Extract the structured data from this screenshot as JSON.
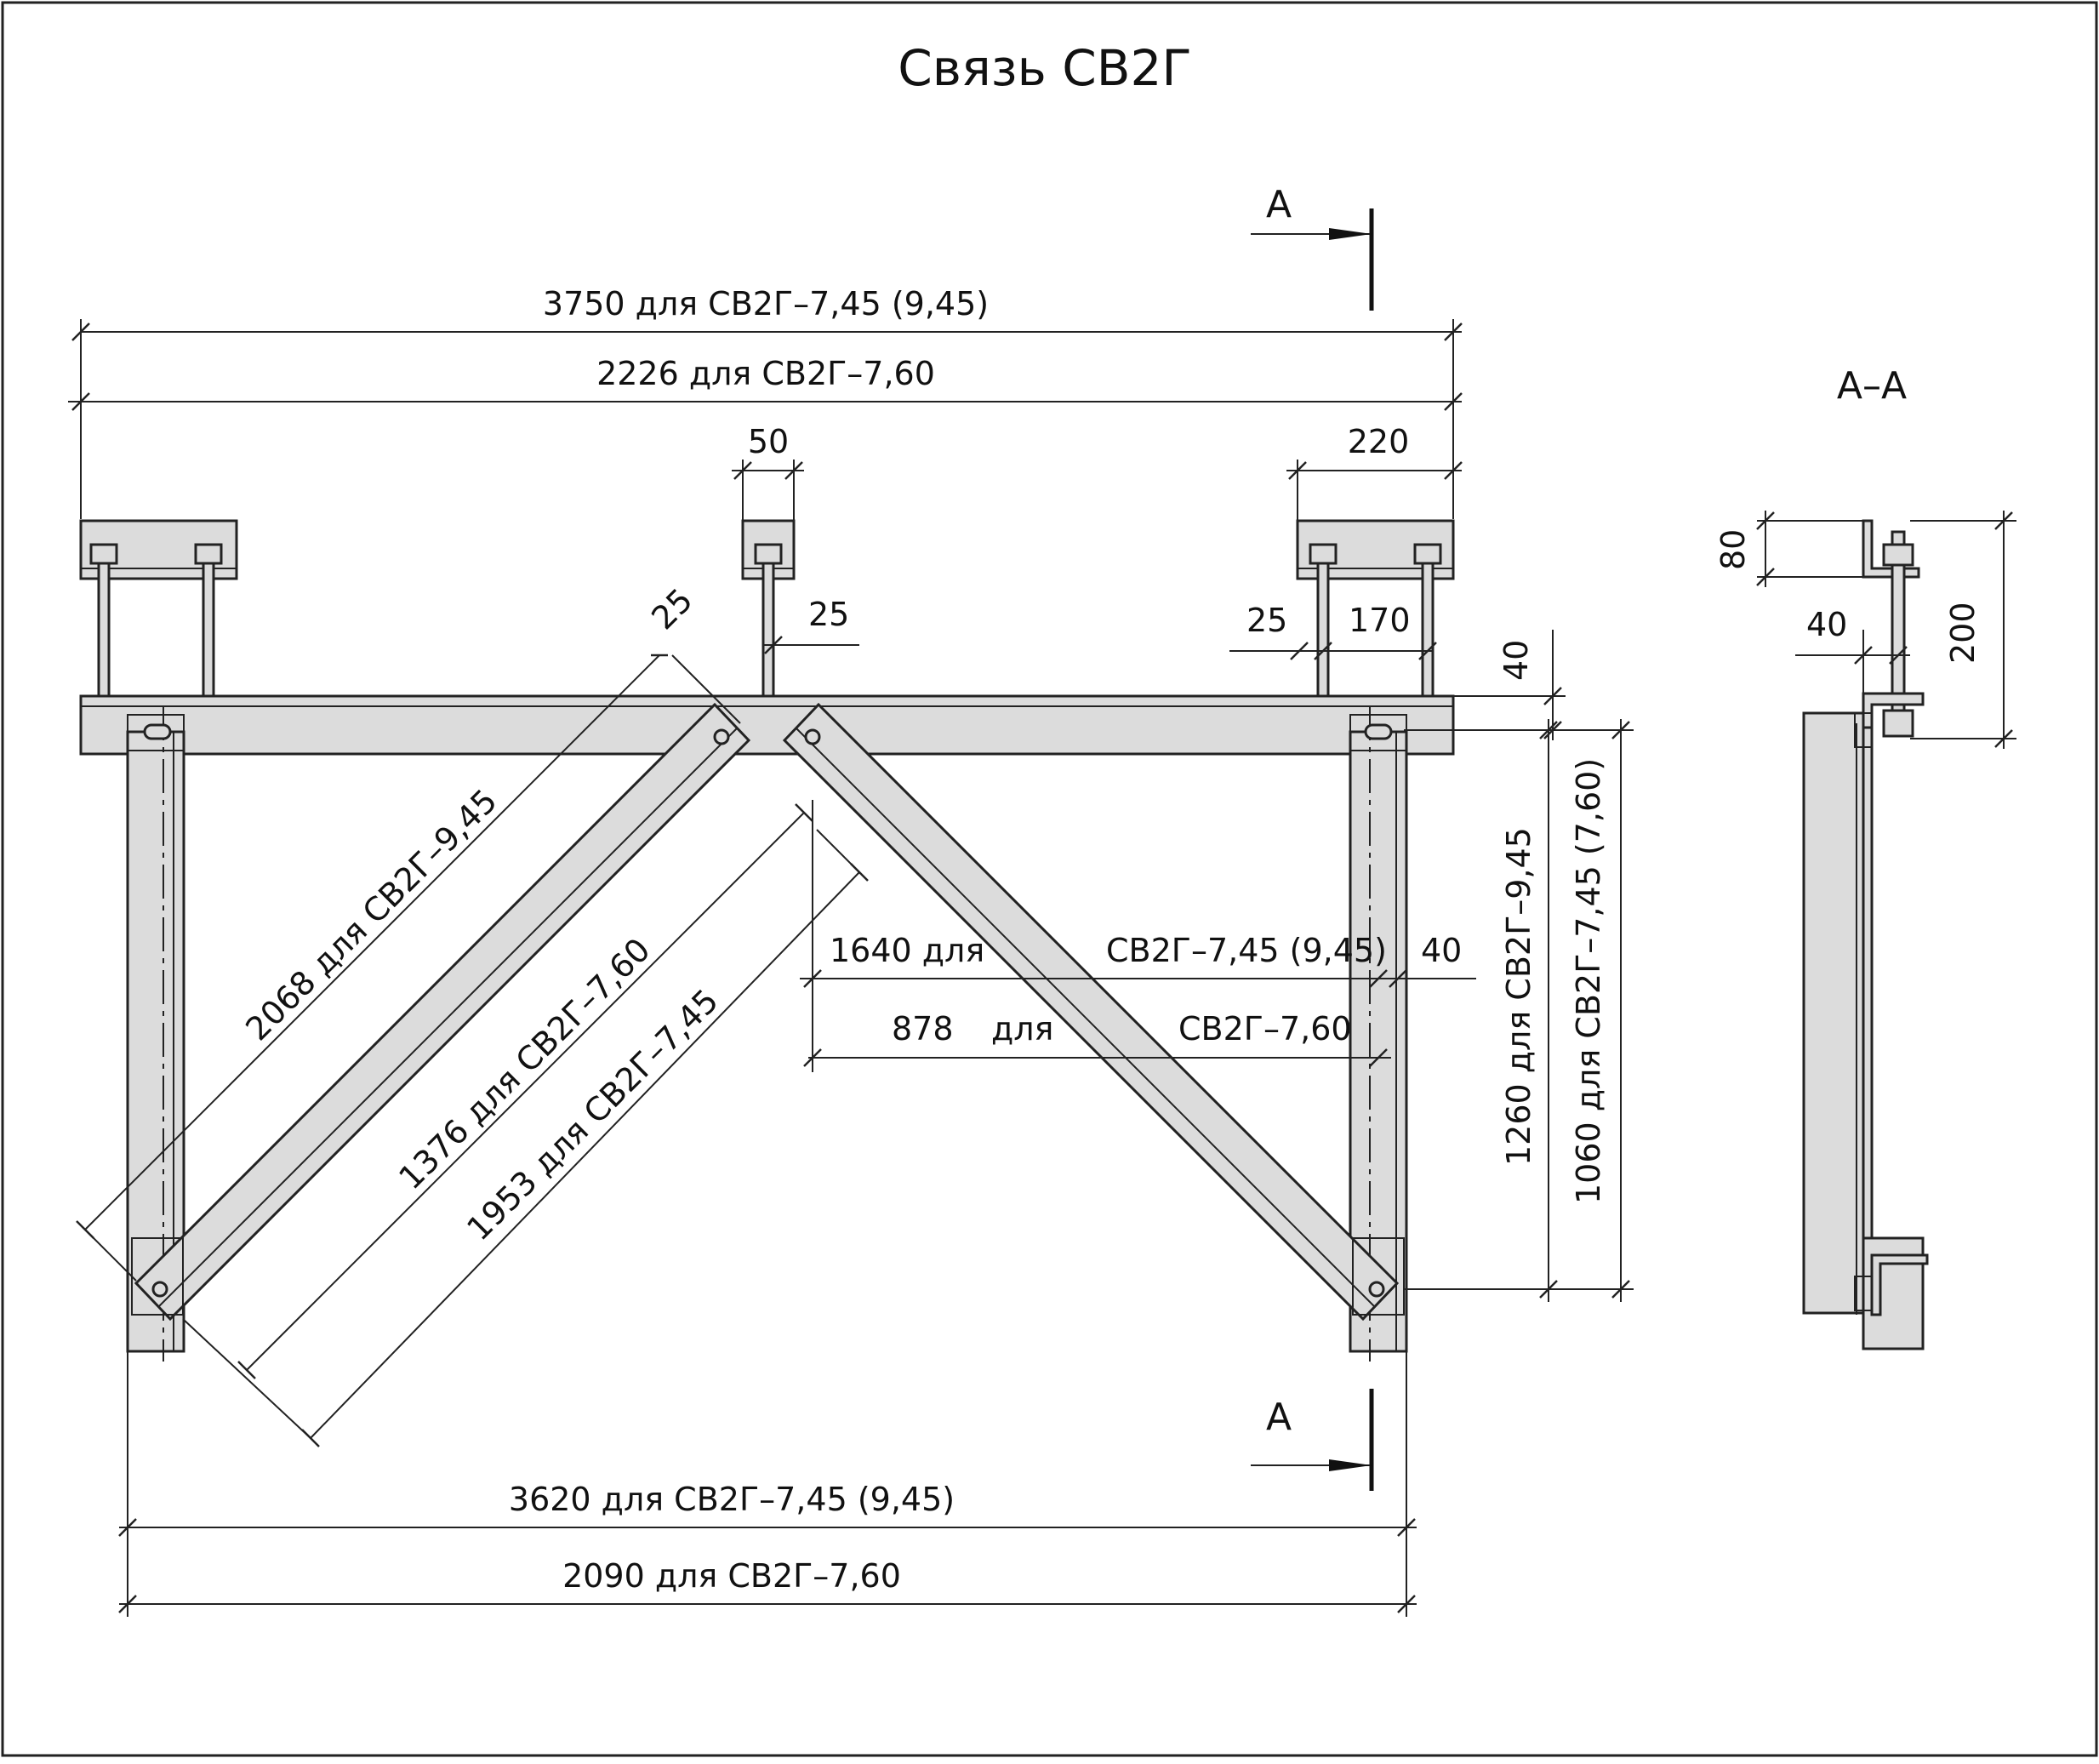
{
  "title": "Связь СВ2Г",
  "section": {
    "marker": "А",
    "label": "А–А"
  },
  "dims": {
    "top_3750": "3750   для СВ2Г–7,45 (9,45)",
    "top_2226": "2226   для СВ2Г–7,60",
    "d50": "50",
    "d220": "220",
    "d25_mid": "25",
    "d25_right": "25",
    "d170": "170",
    "d25_diag": "25",
    "d40_top": "40",
    "d40_right": "40",
    "d2068": "2068  для СВ2Г–9,45",
    "d1376": "1376   для СВ2Г–7,60",
    "d1953": "1953  для СВ2Г–7,45",
    "d1640_a": "1640 для",
    "d1640_b": "СВ2Г–7,45 (9,45)",
    "d878_a": "878",
    "d878_b": "для",
    "d878_c": "СВ2Г–7,60",
    "d1260": "1260   для СВ2Г–9,45",
    "d1060": "1060  для СВ2Г–7,45 (7,60)",
    "bot_3620": "3620   для  СВ2Г–7,45 (9,45)",
    "bot_2090": "2090  для  СВ2Г–7,60",
    "sec_80": "80",
    "sec_40": "40",
    "sec_200": "200"
  }
}
